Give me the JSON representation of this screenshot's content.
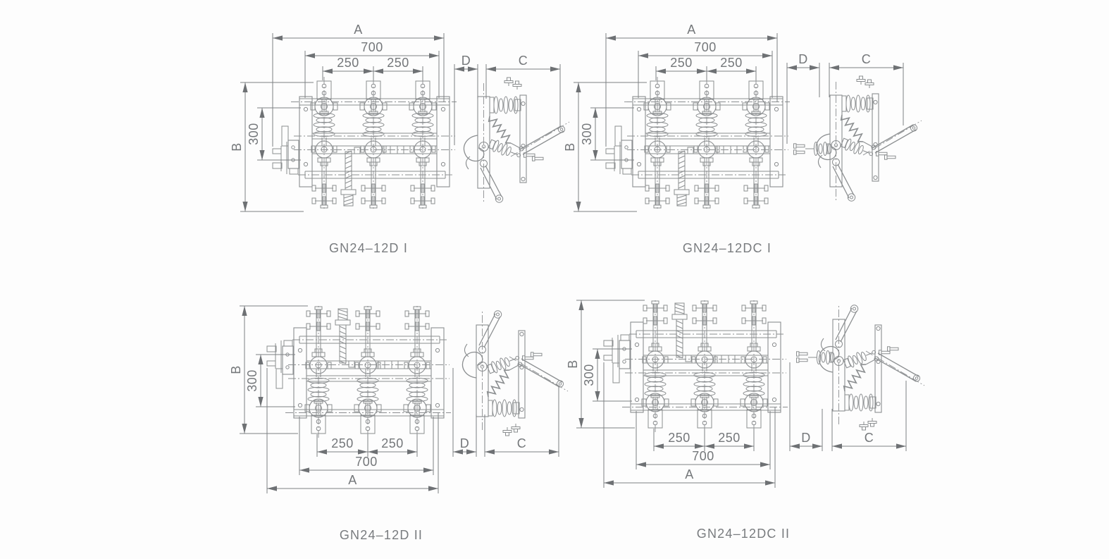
{
  "sheet": {
    "description": "Outline and mounting dimension drawings, GN24-12 series indoor disconnect switches",
    "background": "#fdfdfd"
  },
  "colors": {
    "drawing_line": "#8b8e90",
    "dimension_line": "#7d8184",
    "arrow": "#6e7174",
    "label_text": "#74777a"
  },
  "drawings": [
    {
      "id": "gn24-12d-1",
      "caption": "GN24–12D I",
      "dims": {
        "a": "A",
        "w700": "700",
        "p250a": "250",
        "p250b": "250",
        "b": "B",
        "h300": "300",
        "d": "D",
        "c": "C"
      }
    },
    {
      "id": "gn24-12dc-1",
      "caption": "GN24–12DC I",
      "dims": {
        "a": "A",
        "w700": "700",
        "p250a": "250",
        "p250b": "250",
        "b": "B",
        "h300": "300",
        "d": "D",
        "c": "C"
      }
    },
    {
      "id": "gn24-12d-2",
      "caption": "GN24–12D II",
      "dims": {
        "a": "A",
        "w700": "700",
        "p250a": "250",
        "p250b": "250",
        "b": "B",
        "h300": "300",
        "d": "D",
        "c": "C"
      }
    },
    {
      "id": "gn24-12dc-2",
      "caption": "GN24–12DC II",
      "dims": {
        "a": "A",
        "w700": "700",
        "p250a": "250",
        "p250b": "250",
        "b": "B",
        "h300": "300",
        "d": "D",
        "c": "C"
      }
    }
  ]
}
